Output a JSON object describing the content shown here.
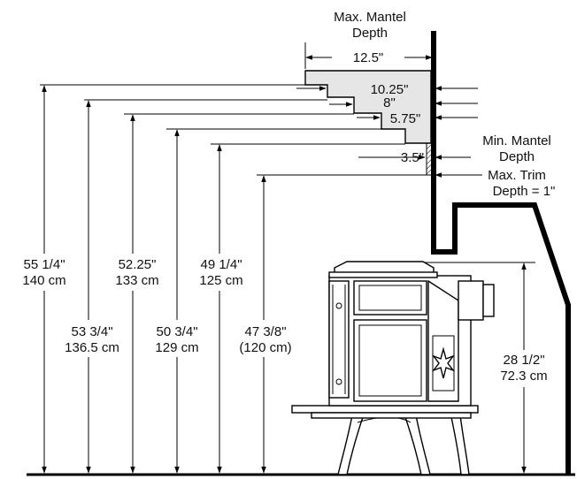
{
  "mantel": {
    "max_depth_title_line1": "Max. Mantel",
    "max_depth_title_line2": "Depth",
    "max_depth_value": "12.5\"",
    "step_1": "10.25\"",
    "step_2": "8\"",
    "step_3": "5.75\"",
    "step_4": "3.5\"",
    "min_depth_line1": "Min. Mantel",
    "min_depth_line2": "Depth",
    "max_trim_line1": "Max. Trim",
    "max_trim_line2": "Depth = 1\""
  },
  "clearances": [
    {
      "imperial": "55 1/4\"",
      "metric": "140 cm"
    },
    {
      "imperial": "53 3/4\"",
      "metric": "136.5 cm"
    },
    {
      "imperial": "52.25\"",
      "metric": "133 cm"
    },
    {
      "imperial": "50 3/4\"",
      "metric": "129 cm"
    },
    {
      "imperial": "49 1/4\"",
      "metric": "125 cm"
    },
    {
      "imperial": "47 3/8\"",
      "metric": "(120 cm)"
    }
  ],
  "stove_top": {
    "imperial": "28 1/2\"",
    "metric": "72.3 cm"
  },
  "colors": {
    "line": "#000000",
    "mantel_fill": "#e6e6e6",
    "background": "#ffffff"
  }
}
